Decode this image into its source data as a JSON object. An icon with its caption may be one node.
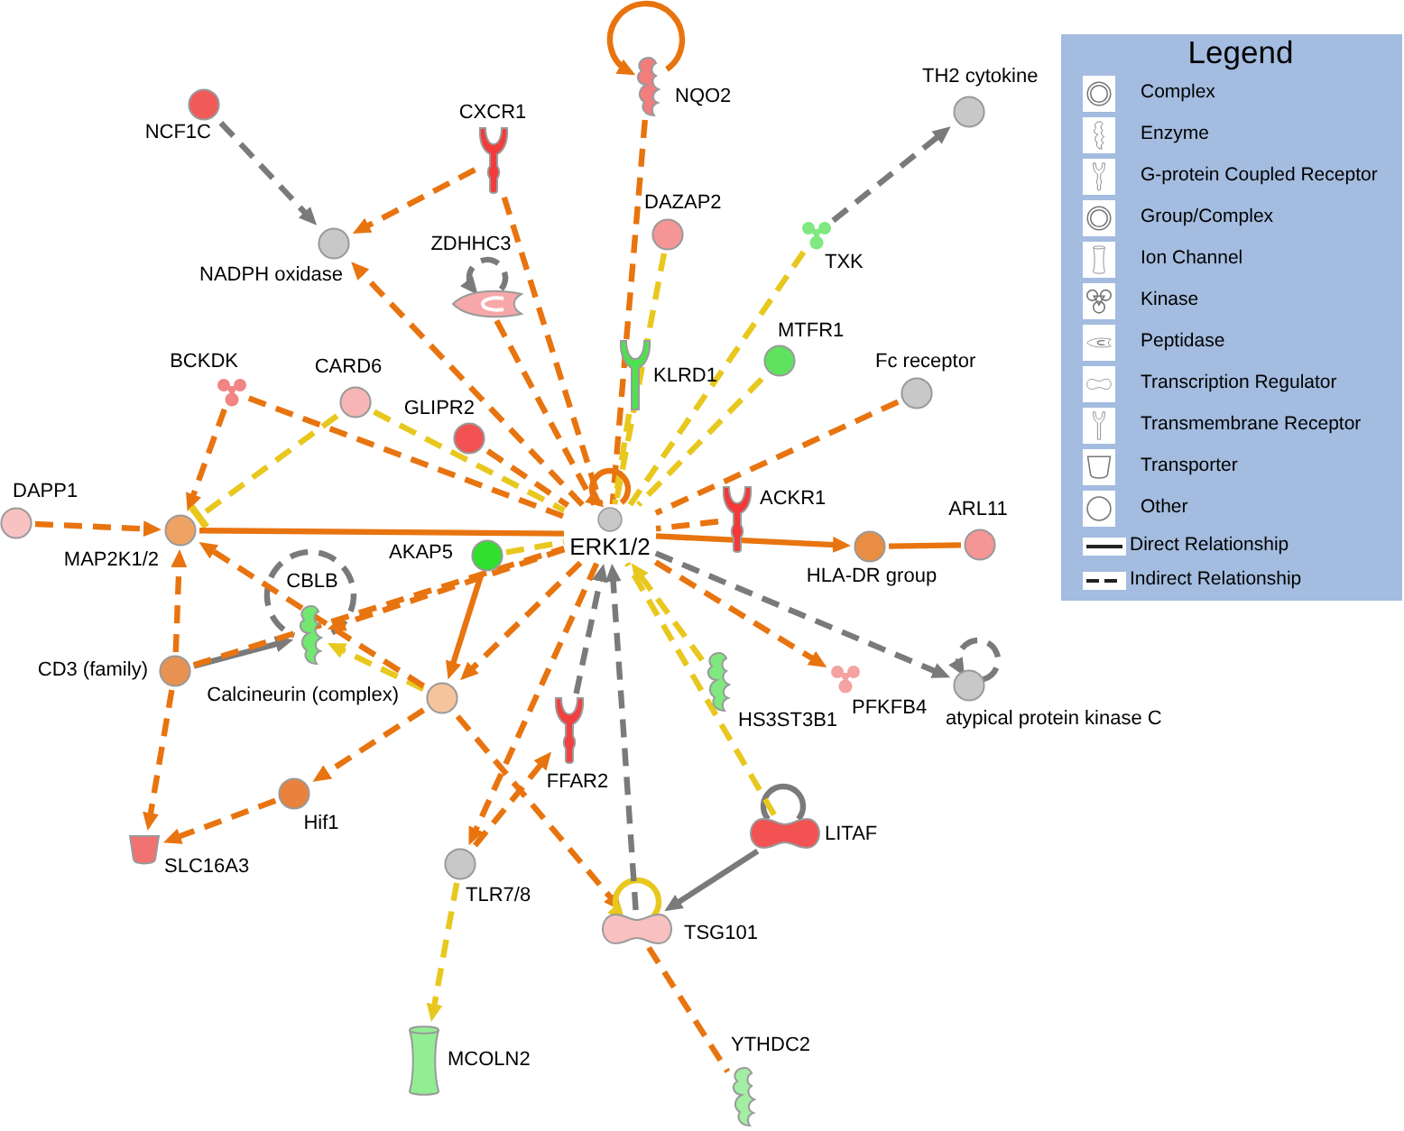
{
  "diagram": {
    "nodes": [
      {
        "text": [
          "NQO2"
        ]
      },
      {
        "text": [
          "NCF1C"
        ]
      },
      {
        "text": [
          "CXCR1"
        ]
      },
      {
        "text": [
          "TH2 cytokine"
        ]
      },
      {
        "text": [
          "DAZAP2"
        ]
      },
      {
        "text": [
          "NADPH oxidase"
        ]
      },
      {
        "text": [
          "ZDHHC3"
        ]
      },
      {
        "text": [
          "TXK"
        ]
      },
      {
        "text": [
          "MTFR1"
        ]
      },
      {
        "text": [
          "KLRD1"
        ]
      },
      {
        "text": [
          "BCKDK"
        ]
      },
      {
        "text": [
          "CARD6"
        ]
      },
      {
        "text": [
          "Fc receptor"
        ]
      },
      {
        "text": [
          "GLIPR2"
        ]
      },
      {
        "text": [
          "ACKR1"
        ]
      },
      {
        "text": [
          "DAPP1"
        ]
      },
      {
        "text": [
          "ARL11"
        ]
      },
      {
        "text": [
          "MAP2K1/2"
        ]
      },
      {
        "text": [
          "ERK1/2"
        ]
      },
      {
        "text": [
          "HLA-DR group"
        ]
      },
      {
        "text": [
          "AKAP5"
        ]
      },
      {
        "text": [
          "CBLB"
        ]
      },
      {
        "text": [
          "CD3 (family)"
        ]
      },
      {
        "text": [
          "Calcineurin (complex)"
        ]
      },
      {
        "text": [
          "PFKFB4"
        ]
      },
      {
        "text": [
          "HS3ST3B1"
        ]
      },
      {
        "text": [
          "atypical protein kinase C"
        ]
      },
      {
        "text": [
          "FFAR2"
        ]
      },
      {
        "text": [
          "Hif1"
        ]
      },
      {
        "text": [
          "SLC16A3"
        ]
      },
      {
        "text": [
          "LITAF"
        ]
      },
      {
        "text": [
          "TLR7/8"
        ]
      },
      {
        "text": [
          "TSG101"
        ]
      },
      {
        "text": [
          "MCOLN2"
        ]
      },
      {
        "text": [
          "YTHDC2"
        ]
      }
    ],
    "edges": [
      {
        "from": 0,
        "to": 0,
        "arrow": "to"
      },
      {
        "from": 1,
        "to": 5,
        "arrow": "to",
        "style": "dashed",
        "color": "#7a7a7a"
      },
      {
        "from": 2,
        "to": 5,
        "arrow": "to",
        "style": "dashed"
      },
      {
        "from": 18,
        "to": 5,
        "arrow": "to",
        "style": "dashed"
      },
      {
        "from": 2,
        "to": 18,
        "arrow": "none",
        "style": "dashed"
      },
      {
        "from": 6,
        "to": 6,
        "arrow": "to",
        "style": "dashed",
        "color": "#7a7a7a"
      },
      {
        "from": 6,
        "to": 18,
        "arrow": "none",
        "style": "dashed"
      },
      {
        "from": 0,
        "to": 18,
        "arrow": "none",
        "style": "dashed"
      },
      {
        "from": 4,
        "to": 18,
        "arrow": "none",
        "style": "dashed",
        "color": "#e8c81e"
      },
      {
        "from": 7,
        "to": 3,
        "arrow": "to",
        "style": "dashed",
        "color": "#7a7a7a"
      },
      {
        "from": 7,
        "to": 18,
        "arrow": "none",
        "style": "dashed",
        "color": "#e8c81e"
      },
      {
        "from": 8,
        "to": 18,
        "arrow": "none",
        "style": "dashed",
        "color": "#e8c81e"
      },
      {
        "from": 9,
        "to": 18,
        "arrow": "none",
        "style": "dashed",
        "color": "#e8c81e"
      },
      {
        "from": 10,
        "to": 17,
        "arrow": "to",
        "style": "dashed"
      },
      {
        "from": 10,
        "to": 18,
        "arrow": "none",
        "style": "dashed"
      },
      {
        "from": 11,
        "to": 17,
        "arrow": "other",
        "style": "dashed",
        "color": "#e8c81e"
      },
      {
        "from": 11,
        "to": 18,
        "arrow": "none",
        "style": "dashed",
        "color": "#e8c81e"
      },
      {
        "from": 12,
        "to": 18,
        "arrow": "none",
        "style": "dashed"
      },
      {
        "from": 13,
        "to": 18,
        "arrow": "none",
        "style": "dashed"
      },
      {
        "from": 14,
        "to": 18,
        "arrow": "none",
        "style": "dashed"
      },
      {
        "from": 15,
        "to": 17,
        "arrow": "to",
        "style": "dashed"
      },
      {
        "from": 17,
        "to": 18,
        "arrow": "none"
      },
      {
        "from": 18,
        "to": 18,
        "arrow": "to"
      },
      {
        "from": 18,
        "to": 19,
        "arrow": "to"
      },
      {
        "from": 16,
        "to": 19,
        "arrow": "none"
      },
      {
        "from": 20,
        "to": 18,
        "arrow": "none",
        "style": "dashed",
        "color": "#e8c81e"
      },
      {
        "from": 20,
        "to": 23,
        "arrow": "to"
      },
      {
        "from": 21,
        "to": 21,
        "arrow": "none",
        "style": "dashed",
        "color": "#7a7a7a"
      },
      {
        "from": 22,
        "to": 21,
        "arrow": "to",
        "color": "#7a7a7a"
      },
      {
        "from": 18,
        "to": 21,
        "arrow": "to",
        "style": "dashed"
      },
      {
        "from": 23,
        "to": 21,
        "arrow": "to",
        "style": "dashed",
        "color": "#e8c81e"
      },
      {
        "from": 22,
        "to": 17,
        "arrow": "to",
        "style": "dashed"
      },
      {
        "from": 22,
        "to": 18,
        "arrow": "none",
        "style": "dashed"
      },
      {
        "from": 23,
        "to": 17,
        "arrow": "to",
        "style": "dashed"
      },
      {
        "from": 18,
        "to": 23,
        "arrow": "to",
        "style": "dashed"
      },
      {
        "from": 18,
        "to": 24,
        "arrow": "to",
        "style": "dashed"
      },
      {
        "from": 25,
        "to": 18,
        "arrow": "to",
        "style": "dashed",
        "color": "#e8c81e"
      },
      {
        "from": 18,
        "to": 26,
        "arrow": "to",
        "style": "dashed",
        "color": "#7a7a7a"
      },
      {
        "from": 26,
        "to": 26,
        "arrow": "to",
        "style": "dashed",
        "color": "#7a7a7a"
      },
      {
        "from": 27,
        "to": 18,
        "arrow": "to",
        "style": "dashed",
        "color": "#7a7a7a"
      },
      {
        "from": 23,
        "to": 28,
        "arrow": "to",
        "style": "dashed"
      },
      {
        "from": 22,
        "to": 29,
        "arrow": "to",
        "style": "dashed"
      },
      {
        "from": 28,
        "to": 29,
        "arrow": "to",
        "style": "dashed"
      },
      {
        "from": 30,
        "to": 30,
        "arrow": "none",
        "color": "#7a7a7a"
      },
      {
        "from": 30,
        "to": 18,
        "arrow": "none",
        "style": "dashed",
        "color": "#e8c81e"
      },
      {
        "from": 18,
        "to": 31,
        "arrow": "to",
        "style": "dashed"
      },
      {
        "from": 31,
        "to": 27,
        "arrow": "to",
        "style": "dashed"
      },
      {
        "from": 23,
        "to": 32,
        "arrow": "to",
        "style": "dashed"
      },
      {
        "from": 30,
        "to": 32,
        "arrow": "to",
        "color": "#7a7a7a"
      },
      {
        "from": 32,
        "to": 32,
        "arrow": "to",
        "color": "#e8c81e"
      },
      {
        "from": 32,
        "to": 18,
        "arrow": "to",
        "style": "dashed",
        "color": "#7a7a7a"
      },
      {
        "from": 31,
        "to": 33,
        "arrow": "to",
        "style": "dashed",
        "color": "#e8c81e"
      },
      {
        "from": 32,
        "to": 34,
        "arrow": "none",
        "style": "dashed"
      }
    ],
    "labels": [
      "Legend"
    ],
    "legend": [
      {
        "text": "Complex"
      },
      {
        "text": "Enzyme"
      },
      {
        "text": "G-protein Coupled Receptor"
      },
      {
        "text": "Group/Complex"
      },
      {
        "text": "Ion Channel"
      },
      {
        "text": "Kinase"
      },
      {
        "text": "Peptidase"
      },
      {
        "text": "Transcription Regulator"
      },
      {
        "text": "Transmembrane Receptor"
      },
      {
        "text": "Transporter"
      },
      {
        "text": "Other"
      },
      {
        "text": "Direct Relationship"
      },
      {
        "text": "Indirect Relationship"
      }
    ]
  }
}
